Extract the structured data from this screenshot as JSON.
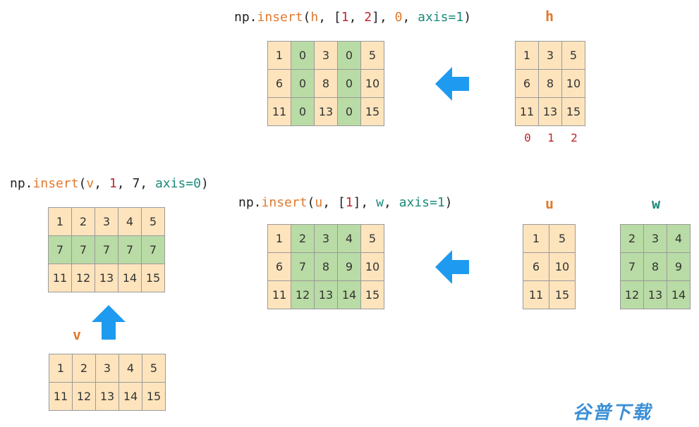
{
  "code": {
    "insert_h": [
      {
        "t": "np.",
        "c": "base"
      },
      {
        "t": "insert",
        "c": "fn"
      },
      {
        "t": "(",
        "c": "base"
      },
      {
        "t": "h",
        "c": "var"
      },
      {
        "t": ", [",
        "c": "base"
      },
      {
        "t": "1",
        "c": "num"
      },
      {
        "t": ", ",
        "c": "base"
      },
      {
        "t": "2",
        "c": "num"
      },
      {
        "t": "], ",
        "c": "base"
      },
      {
        "t": "0",
        "c": "var"
      },
      {
        "t": ", ",
        "c": "base"
      },
      {
        "t": "axis=1",
        "c": "kw"
      },
      {
        "t": ")",
        "c": "base"
      }
    ],
    "insert_v": [
      {
        "t": "np.",
        "c": "base"
      },
      {
        "t": "insert",
        "c": "fn"
      },
      {
        "t": "(",
        "c": "base"
      },
      {
        "t": "v",
        "c": "var"
      },
      {
        "t": ", ",
        "c": "base"
      },
      {
        "t": "1",
        "c": "num"
      },
      {
        "t": ", 7, ",
        "c": "base"
      },
      {
        "t": "axis=0",
        "c": "kw"
      },
      {
        "t": ")",
        "c": "base"
      }
    ],
    "insert_u": [
      {
        "t": "np.",
        "c": "base"
      },
      {
        "t": "insert",
        "c": "fn"
      },
      {
        "t": "(",
        "c": "base"
      },
      {
        "t": "u",
        "c": "var"
      },
      {
        "t": ", [",
        "c": "base"
      },
      {
        "t": "1",
        "c": "num"
      },
      {
        "t": "], ",
        "c": "base"
      },
      {
        "t": "w",
        "c": "kwv"
      },
      {
        "t": ", ",
        "c": "base"
      },
      {
        "t": "axis=1",
        "c": "kw"
      },
      {
        "t": ")",
        "c": "base"
      }
    ]
  },
  "labels": {
    "h": "h",
    "u": "u",
    "w": "w",
    "v": "v",
    "h_color": "#e07a2f",
    "u_color": "#e07a2f",
    "w_color": "#1a8a7a",
    "v_color": "#e07a2f"
  },
  "h_column_indices": [
    "0",
    "1",
    "2"
  ],
  "arrays": {
    "result_h": {
      "rows": [
        [
          "1",
          "0",
          "3",
          "0",
          "5"
        ],
        [
          "6",
          "0",
          "8",
          "0",
          "10"
        ],
        [
          "11",
          "0",
          "13",
          "0",
          "15"
        ]
      ],
      "fill": [
        [
          "o",
          "g",
          "o",
          "g",
          "o"
        ],
        [
          "o",
          "g",
          "o",
          "g",
          "o"
        ],
        [
          "o",
          "g",
          "o",
          "g",
          "o"
        ]
      ]
    },
    "h": {
      "rows": [
        [
          "1",
          "3",
          "5"
        ],
        [
          "6",
          "8",
          "10"
        ],
        [
          "11",
          "13",
          "15"
        ]
      ],
      "fill": [
        [
          "o",
          "o",
          "o"
        ],
        [
          "o",
          "o",
          "o"
        ],
        [
          "o",
          "o",
          "o"
        ]
      ]
    },
    "result_v": {
      "rows": [
        [
          "1",
          "2",
          "3",
          "4",
          "5"
        ],
        [
          "7",
          "7",
          "7",
          "7",
          "7"
        ],
        [
          "11",
          "12",
          "13",
          "14",
          "15"
        ]
      ],
      "fill": [
        [
          "o",
          "o",
          "o",
          "o",
          "o"
        ],
        [
          "g",
          "g",
          "g",
          "g",
          "g"
        ],
        [
          "o",
          "o",
          "o",
          "o",
          "o"
        ]
      ]
    },
    "v": {
      "rows": [
        [
          "1",
          "2",
          "3",
          "4",
          "5"
        ],
        [
          "11",
          "12",
          "13",
          "14",
          "15"
        ]
      ],
      "fill": [
        [
          "o",
          "o",
          "o",
          "o",
          "o"
        ],
        [
          "o",
          "o",
          "o",
          "o",
          "o"
        ]
      ]
    },
    "result_u": {
      "rows": [
        [
          "1",
          "2",
          "3",
          "4",
          "5"
        ],
        [
          "6",
          "7",
          "8",
          "9",
          "10"
        ],
        [
          "11",
          "12",
          "13",
          "14",
          "15"
        ]
      ],
      "fill": [
        [
          "o",
          "g",
          "g",
          "g",
          "o"
        ],
        [
          "o",
          "g",
          "g",
          "g",
          "o"
        ],
        [
          "o",
          "g",
          "g",
          "g",
          "o"
        ]
      ]
    },
    "u": {
      "rows": [
        [
          "1",
          "5"
        ],
        [
          "6",
          "10"
        ],
        [
          "11",
          "15"
        ]
      ],
      "fill": [
        [
          "o",
          "o"
        ],
        [
          "o",
          "o"
        ],
        [
          "o",
          "o"
        ]
      ]
    },
    "w": {
      "rows": [
        [
          "2",
          "3",
          "4"
        ],
        [
          "7",
          "8",
          "9"
        ],
        [
          "12",
          "13",
          "14"
        ]
      ],
      "fill": [
        [
          "g",
          "g",
          "g"
        ],
        [
          "g",
          "g",
          "g"
        ],
        [
          "g",
          "g",
          "g"
        ]
      ]
    }
  },
  "colors": {
    "orange_cell": "#fde4bd",
    "green_cell": "#b9dba5",
    "arrow": "#1e9bf0"
  },
  "watermark": "谷普下载"
}
